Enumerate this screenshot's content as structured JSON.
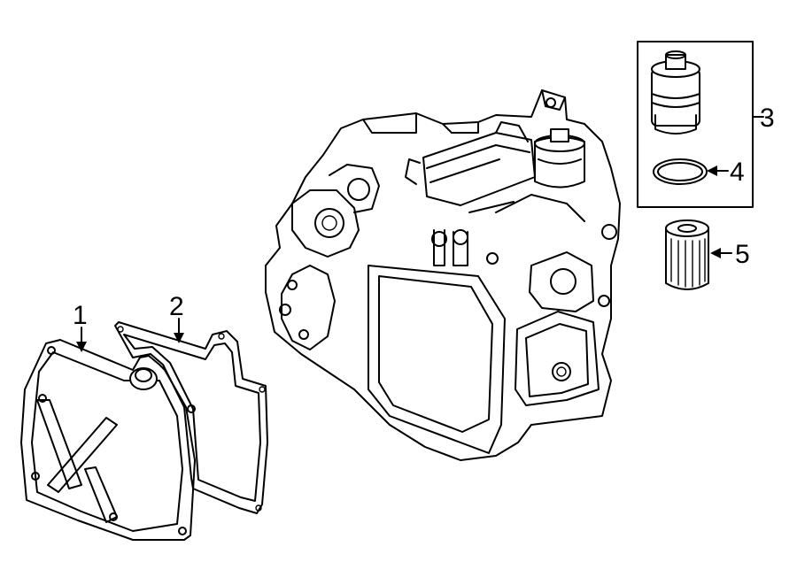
{
  "callouts": [
    {
      "id": "1",
      "label": "1",
      "part": "transmission-oil-pan"
    },
    {
      "id": "2",
      "label": "2",
      "part": "oil-pan-gasket"
    },
    {
      "id": "3",
      "label": "3",
      "part": "filter-housing-group"
    },
    {
      "id": "4",
      "label": "4",
      "part": "o-ring-seal"
    },
    {
      "id": "5",
      "label": "5",
      "part": "oil-filter-element"
    }
  ]
}
